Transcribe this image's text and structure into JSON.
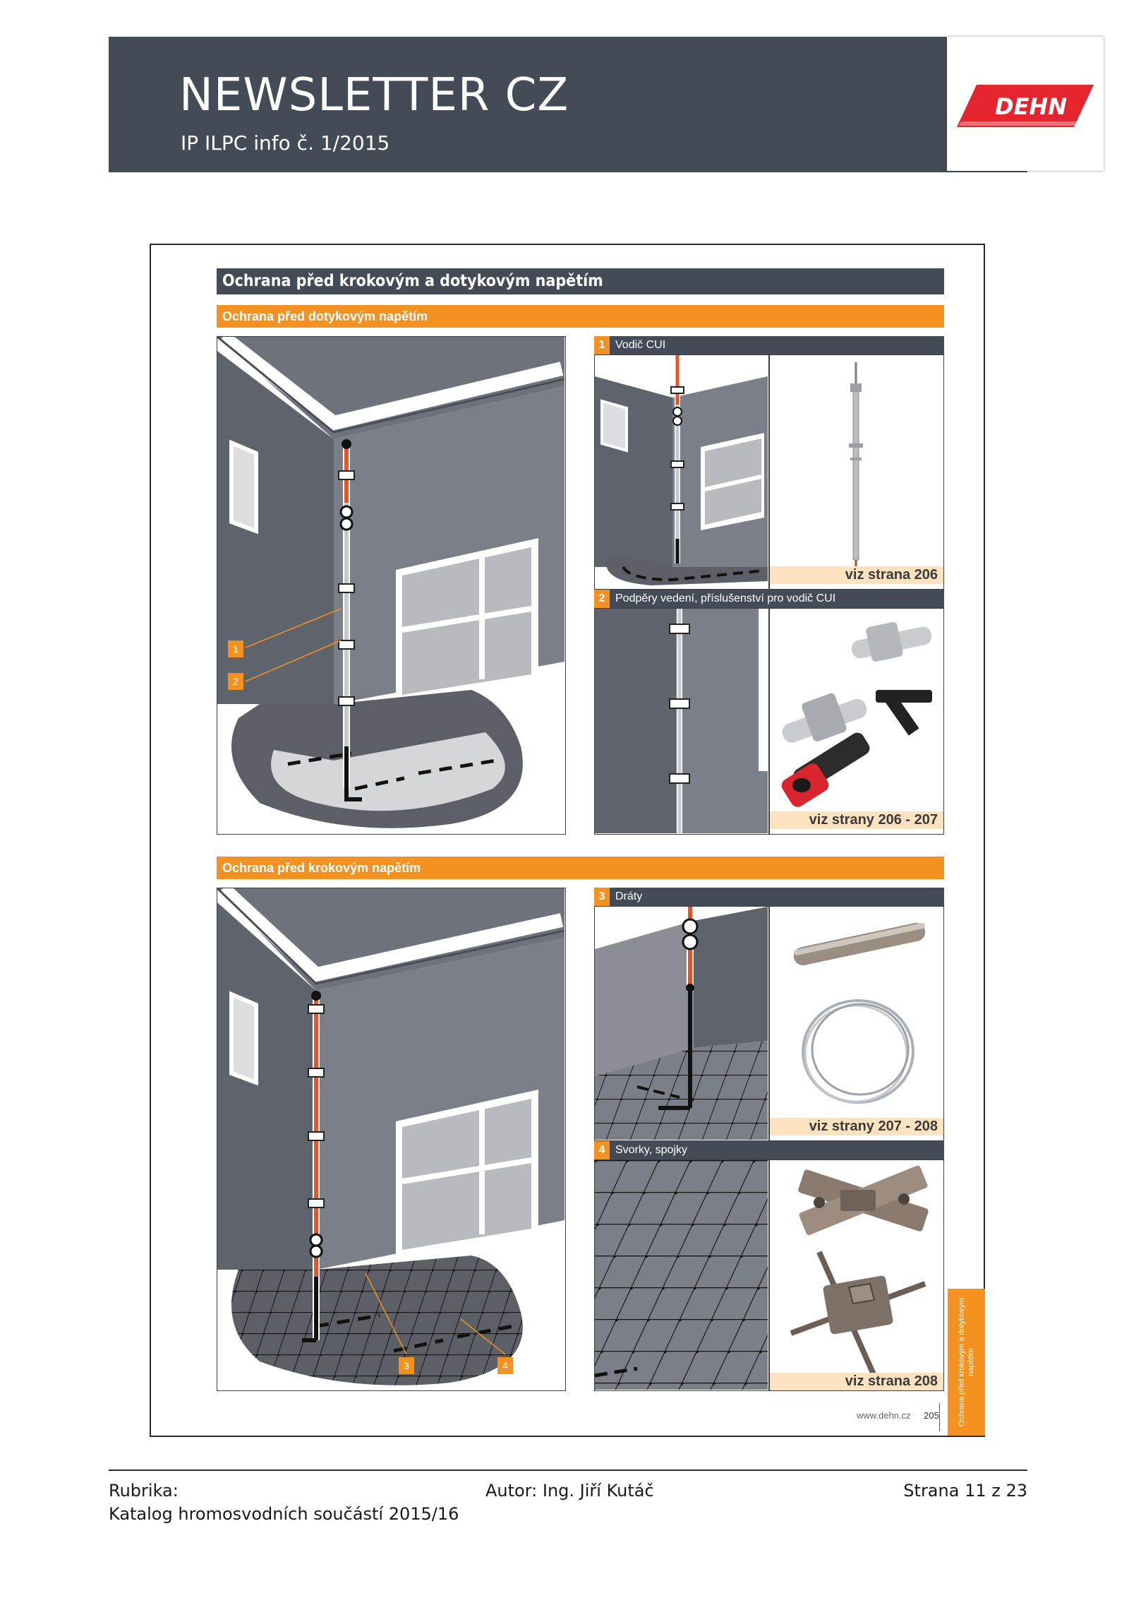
{
  "header": {
    "title": "NEWSLETTER CZ",
    "subtitle": "IP ILPC info č. 1/2015",
    "logo_text": "DEHN"
  },
  "catalog": {
    "main_heading": "Ochrana před krokovým a dotykovým napětím",
    "section1": {
      "heading": "Ochrana před dotykovým napětím",
      "callouts": [
        "1",
        "2"
      ],
      "panels": [
        {
          "number": "1",
          "title": "Vodič CUI",
          "ref": "viz strana 206"
        },
        {
          "number": "2",
          "title": "Podpěry vedení, příslušenství pro vodič CUI",
          "ref": "viz strany 206 - 207"
        }
      ]
    },
    "section2": {
      "heading": "Ochrana před krokovým napětím",
      "callouts": [
        "3",
        "4"
      ],
      "panels": [
        {
          "number": "3",
          "title": "Dráty",
          "ref": "viz strany 207 - 208"
        },
        {
          "number": "4",
          "title": "Svorky, spojky",
          "ref": "viz strana 208"
        }
      ]
    },
    "side_tab": "Ochrana před krokovým a dotykovým napětím",
    "website": "www.dehn.cz",
    "page_number": "205"
  },
  "footer": {
    "rubrika_label": "Rubrika:",
    "rubrika_value": "Katalog hromosvodních součástí 2015/16",
    "author": "Autor: Ing. Jiří Kutáč",
    "page": "Strana 11 z 23"
  },
  "colors": {
    "header_bg": "#434c56",
    "accent_orange": "#f39220",
    "logo_red": "#e3262e",
    "ref_bg": "#fde2c0"
  }
}
